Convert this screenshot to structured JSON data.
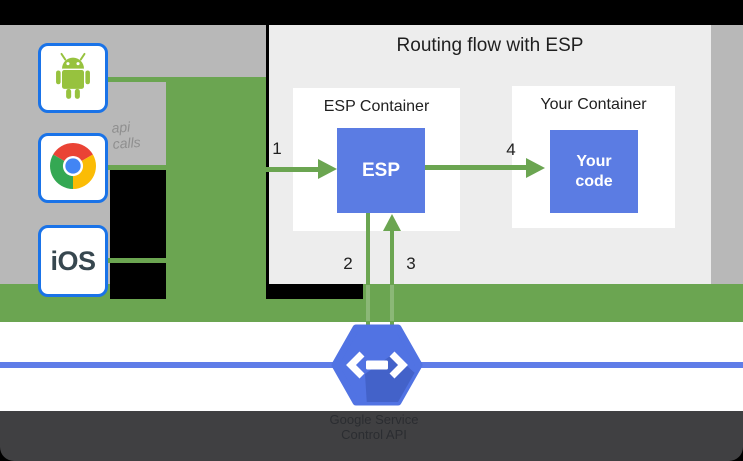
{
  "diagram": {
    "title": "Routing flow with ESP",
    "clients": {
      "android_icon": "android-robot-icon",
      "chrome_icon": "chrome-browser-icon",
      "ios_label": "iOS",
      "annotation_line1": "api",
      "annotation_line2": "calls"
    },
    "esp_container": {
      "label": "ESP Container",
      "esp_box_label": "ESP"
    },
    "your_container": {
      "label": "Your Container",
      "code_box_line1": "Your",
      "code_box_line2": "code"
    },
    "steps": {
      "s1": "1",
      "s2": "2",
      "s3": "3",
      "s4": "4"
    },
    "service_control": {
      "icon": "google-cloud-endpoints-hexagon-icon",
      "line1": "Google Service",
      "line2": "Control API"
    },
    "colors": {
      "green": "#6ba551",
      "blue_box": "#5b7ce3",
      "hexagon_blue": "#5173e3",
      "line_blue": "#5f7de8",
      "panel_gray": "#b8b8b8",
      "panel_light": "#ededed",
      "border_blue": "#1a73e8",
      "footer_dark": "#404042",
      "android_green": "#97c23e",
      "ios_text": "#37474f"
    }
  }
}
